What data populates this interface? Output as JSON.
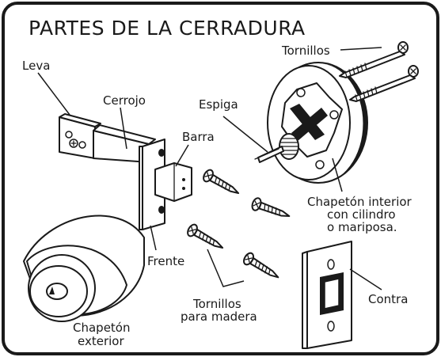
{
  "title": "PARTES DE LA CERRADURA",
  "labels": {
    "leva": "Leva",
    "cerrojo": "Cerrojo",
    "espiga": "Espiga",
    "tornillos": "Tornillos",
    "barra": "Barra",
    "chapeton_interior": [
      "Chapetón interior",
      "con cilindro",
      "o mariposa."
    ],
    "frente": "Frente",
    "tornillos_madera": [
      "Tornillos",
      "para madera"
    ],
    "contra": "Contra",
    "chapeton_exterior": [
      "Chapetón",
      "exterior"
    ]
  },
  "colors": {
    "ink": "#1a1a1a",
    "paper": "#ffffff"
  }
}
